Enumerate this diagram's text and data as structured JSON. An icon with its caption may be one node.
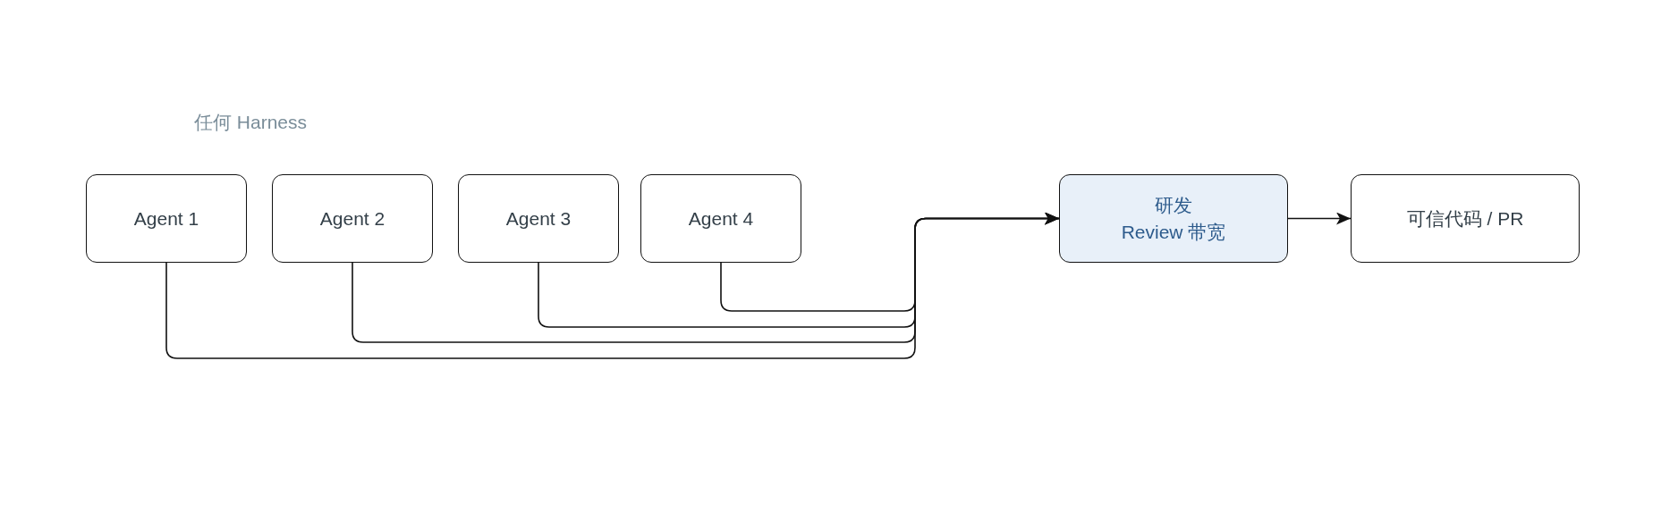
{
  "diagram": {
    "nodes": [
      {
        "text": [
          "Agent 1"
        ]
      },
      {
        "text": [
          "Agent 2"
        ]
      },
      {
        "text": [
          "Agent 3"
        ]
      },
      {
        "text": [
          "Agent 4"
        ]
      },
      {
        "text": [
          "研发 Review 带宽"
        ]
      },
      {
        "text": [
          "可信代码 / PR"
        ]
      }
    ],
    "edges": [
      {
        "from": 0,
        "to": 4,
        "arrow": "to"
      },
      {
        "from": 1,
        "to": 4,
        "arrow": "to"
      },
      {
        "from": 2,
        "to": 4,
        "arrow": "to"
      },
      {
        "from": 3,
        "to": 4,
        "arrow": "to"
      },
      {
        "from": 4,
        "to": 5,
        "arrow": "to"
      }
    ],
    "labels": [
      "任何 Harness"
    ]
  }
}
